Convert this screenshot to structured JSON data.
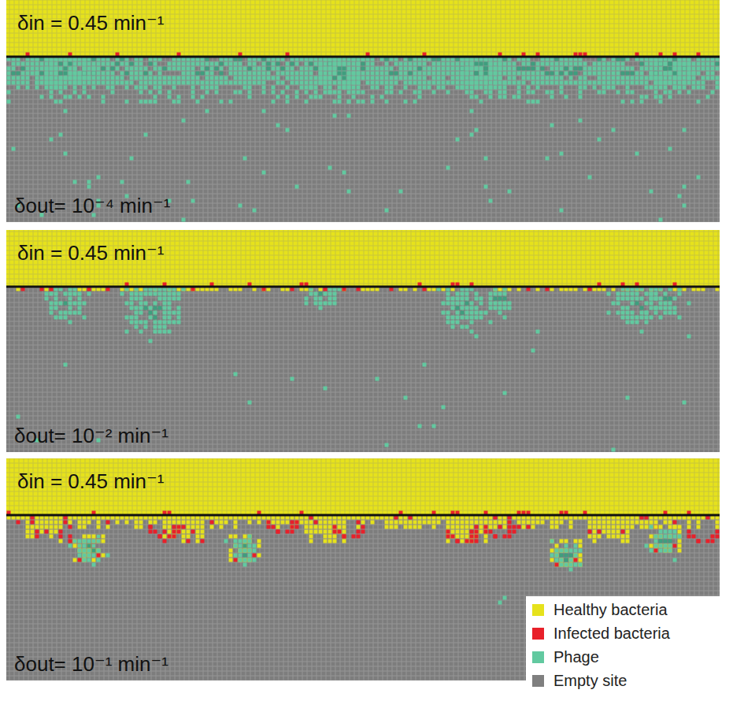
{
  "diagram": {
    "labels": [
      "δin = 0.45 min⁻¹",
      "δout= 10⁻⁴  min⁻¹",
      "δin = 0.45 min⁻¹",
      "δout= 10⁻² min⁻¹",
      "δin = 0.45 min⁻¹",
      "δout= 10⁻¹ min⁻¹"
    ],
    "legend": [
      {
        "text": "Healthy bacteria",
        "color": "#e6e21c"
      },
      {
        "text": "Infected bacteria",
        "color": "#e8202a"
      },
      {
        "text": "Phage",
        "color": "#62c9a0"
      },
      {
        "text": "Empty site",
        "color": "#7f7f7f"
      }
    ]
  }
}
